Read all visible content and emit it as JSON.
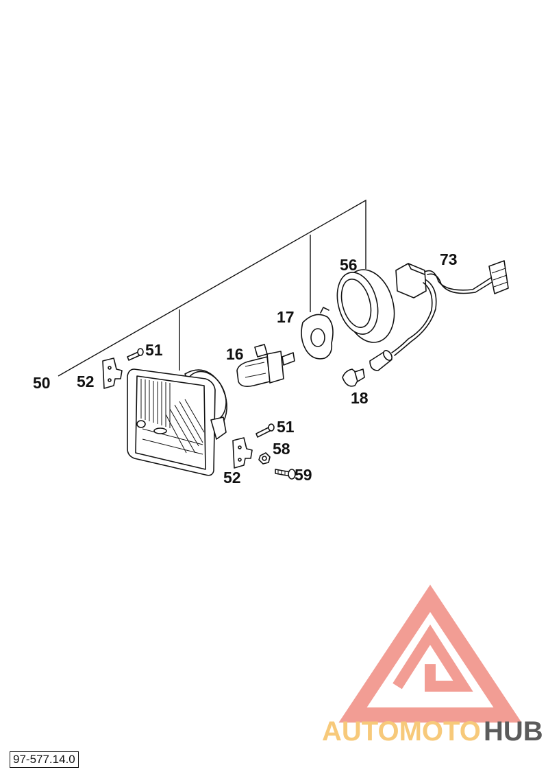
{
  "callouts": {
    "p50": "50",
    "p51a": "51",
    "p52a": "52",
    "p16": "16",
    "p17": "17",
    "p56": "56",
    "p73": "73",
    "p18": "18",
    "p51b": "51",
    "p58": "58",
    "p52b": "52",
    "p59": "59"
  },
  "document_number": "97-577.14.0",
  "watermark": {
    "part1": "AUTOMOTO",
    "part2": "HUB",
    "color_logo": "#f08c82",
    "color_auto": "#f7c97a",
    "color_hub": "#5b5b5b"
  }
}
